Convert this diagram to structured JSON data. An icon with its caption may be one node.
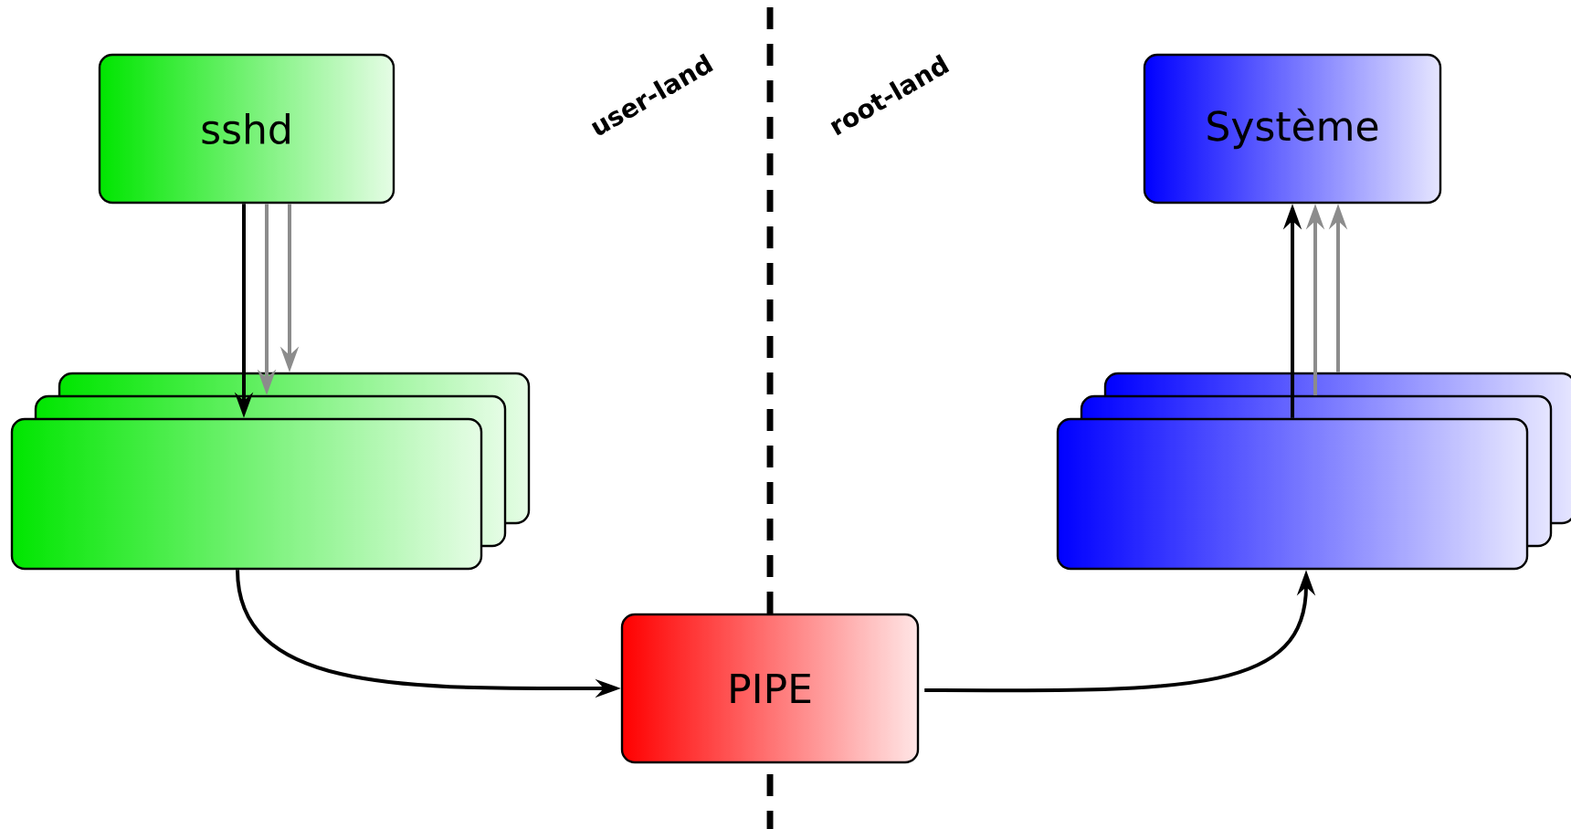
{
  "diagram": {
    "nodes": [
      {
        "text": [
          "sshd"
        ]
      },
      {
        "text": [],
        "shape": "box"
      },
      {
        "text": [
          "PIPE"
        ]
      },
      {
        "text": [
          "Système"
        ]
      },
      {
        "text": [],
        "shape": "box"
      }
    ],
    "edges": [
      {
        "from": 0,
        "to": 1,
        "arrow": "to",
        "color": "#000000"
      },
      {
        "from": 0,
        "to": 1,
        "arrow": "to",
        "color": "#8c8c8c"
      },
      {
        "from": 0,
        "to": 1,
        "arrow": "to",
        "color": "#8c8c8c"
      },
      {
        "from": 1,
        "to": 2,
        "arrow": "to",
        "color": "#000000"
      },
      {
        "from": 2,
        "to": 4,
        "arrow": "to",
        "color": "#000000"
      },
      {
        "from": 4,
        "to": 3,
        "arrow": "to",
        "color": "#000000"
      },
      {
        "from": 4,
        "to": 3,
        "arrow": "to",
        "color": "#8c8c8c"
      },
      {
        "from": 4,
        "to": 3,
        "arrow": "to",
        "color": "#8c8c8c"
      }
    ],
    "labels": [
      "user-land",
      "root-land"
    ]
  }
}
